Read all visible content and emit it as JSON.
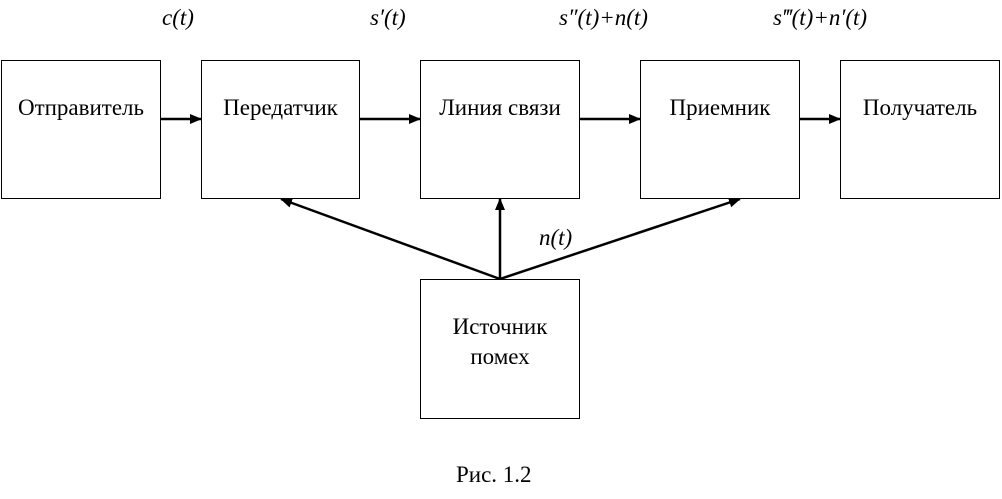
{
  "blocks": {
    "sender": "Отправитель",
    "transmitter": "Передатчик",
    "channel": "Линия связи",
    "receiver": "Приемник",
    "recipient": "Получатель",
    "noise_source": "Источник помех"
  },
  "signals": {
    "message": "c(t)",
    "transmitted": "s′(t)",
    "channel_out": "s″(t)+n(t)",
    "receiver_out": "s‴(t)+n′(t)",
    "noise": "n(t)"
  },
  "caption": "Рис. 1.2",
  "colors": {
    "line": "#000000",
    "background": "#ffffff"
  }
}
